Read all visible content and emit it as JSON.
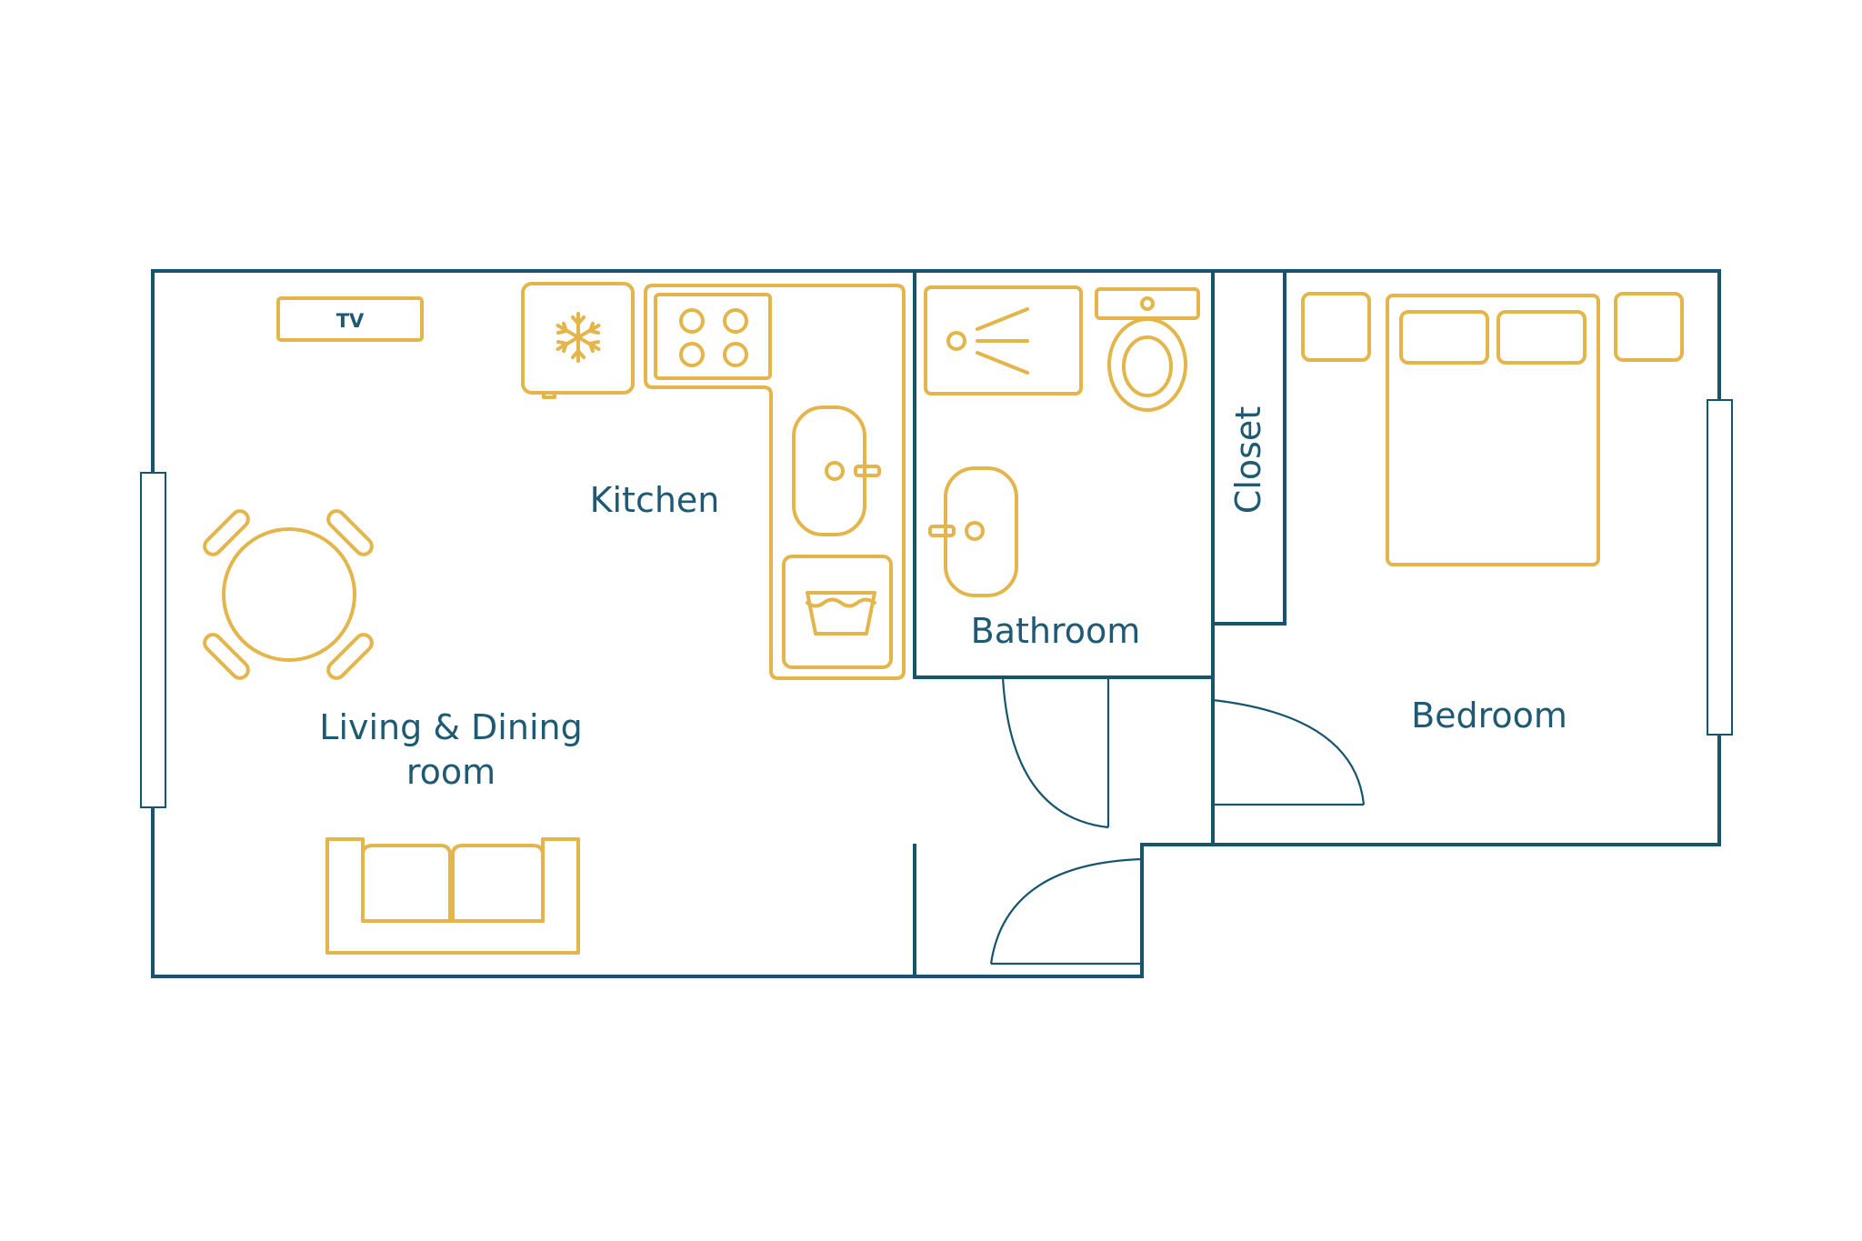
{
  "floor_plan": {
    "rooms": {
      "living": {
        "line1": "Living & Dining",
        "line2": "room"
      },
      "kitchen": "Kitchen",
      "bathroom": "Bathroom",
      "closet": "Closet",
      "bedroom": "Bedroom"
    },
    "tv_label": "TV",
    "colors": {
      "wall": "#17546e",
      "furniture": "#e3b54a",
      "text": "#1e5a73"
    }
  }
}
